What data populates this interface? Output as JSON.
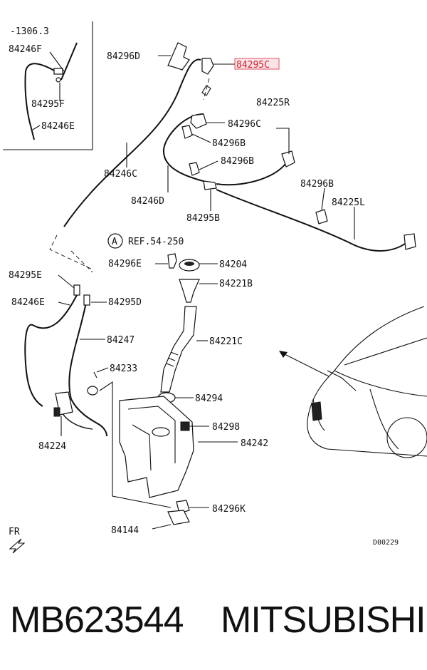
{
  "diagram": {
    "inset_date": "-1306.3",
    "inset_labels": [
      "84246F",
      "84295F",
      "84246E"
    ],
    "top_labels": {
      "bracket": "84296D",
      "highlighted_part": "84295C",
      "nozzle_right": "84225R",
      "clip_c": "84296C",
      "clip_b1": "84296B",
      "clip_b2": "84296B",
      "hose_c": "84246C",
      "hose_d": "84246D",
      "joint_b": "84295B",
      "clip_b3": "84296B",
      "nozzle_left": "84225L"
    },
    "ref_marker": "A",
    "ref_text": "REF.54-250",
    "lower_labels": {
      "joint_e": "84295E",
      "hose_e": "84246E",
      "joint_d": "84295D",
      "hose_main": "84247",
      "grommet": "84233",
      "pump": "84224",
      "clip_e": "84296E",
      "cap": "84204",
      "filler_b": "84221B",
      "filler_c": "84221C",
      "seal": "84294",
      "bolt": "84298",
      "tank": "84242",
      "clip_k": "84296K",
      "sensor": "84144"
    },
    "front_marker": "FR",
    "code": "D00229"
  },
  "caption": {
    "part_number": "MB623544",
    "brand": "MITSUBISHI"
  },
  "colors": {
    "highlight_text": "#d02030",
    "highlight_fill": "#fbe3e6",
    "ink": "#111111"
  }
}
